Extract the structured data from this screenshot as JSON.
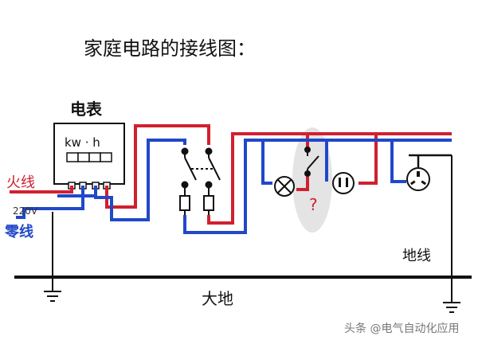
{
  "title": "家庭电路的接线图：",
  "meter": {
    "label": "电表",
    "face_text": "kw · h"
  },
  "labels": {
    "live_wire": "火线",
    "voltage": "220V",
    "neutral_wire": "零线",
    "ground_wire": "地线",
    "earth": "大地",
    "unknown_mark": "?"
  },
  "watermark": "头条 @电气自动化应用",
  "colors": {
    "live": "#d02030",
    "neutral": "#2048c8",
    "ground": "#111111",
    "highlight": "#e3e3e3",
    "text_red": "#d02030",
    "text_blue": "#2048c8"
  }
}
